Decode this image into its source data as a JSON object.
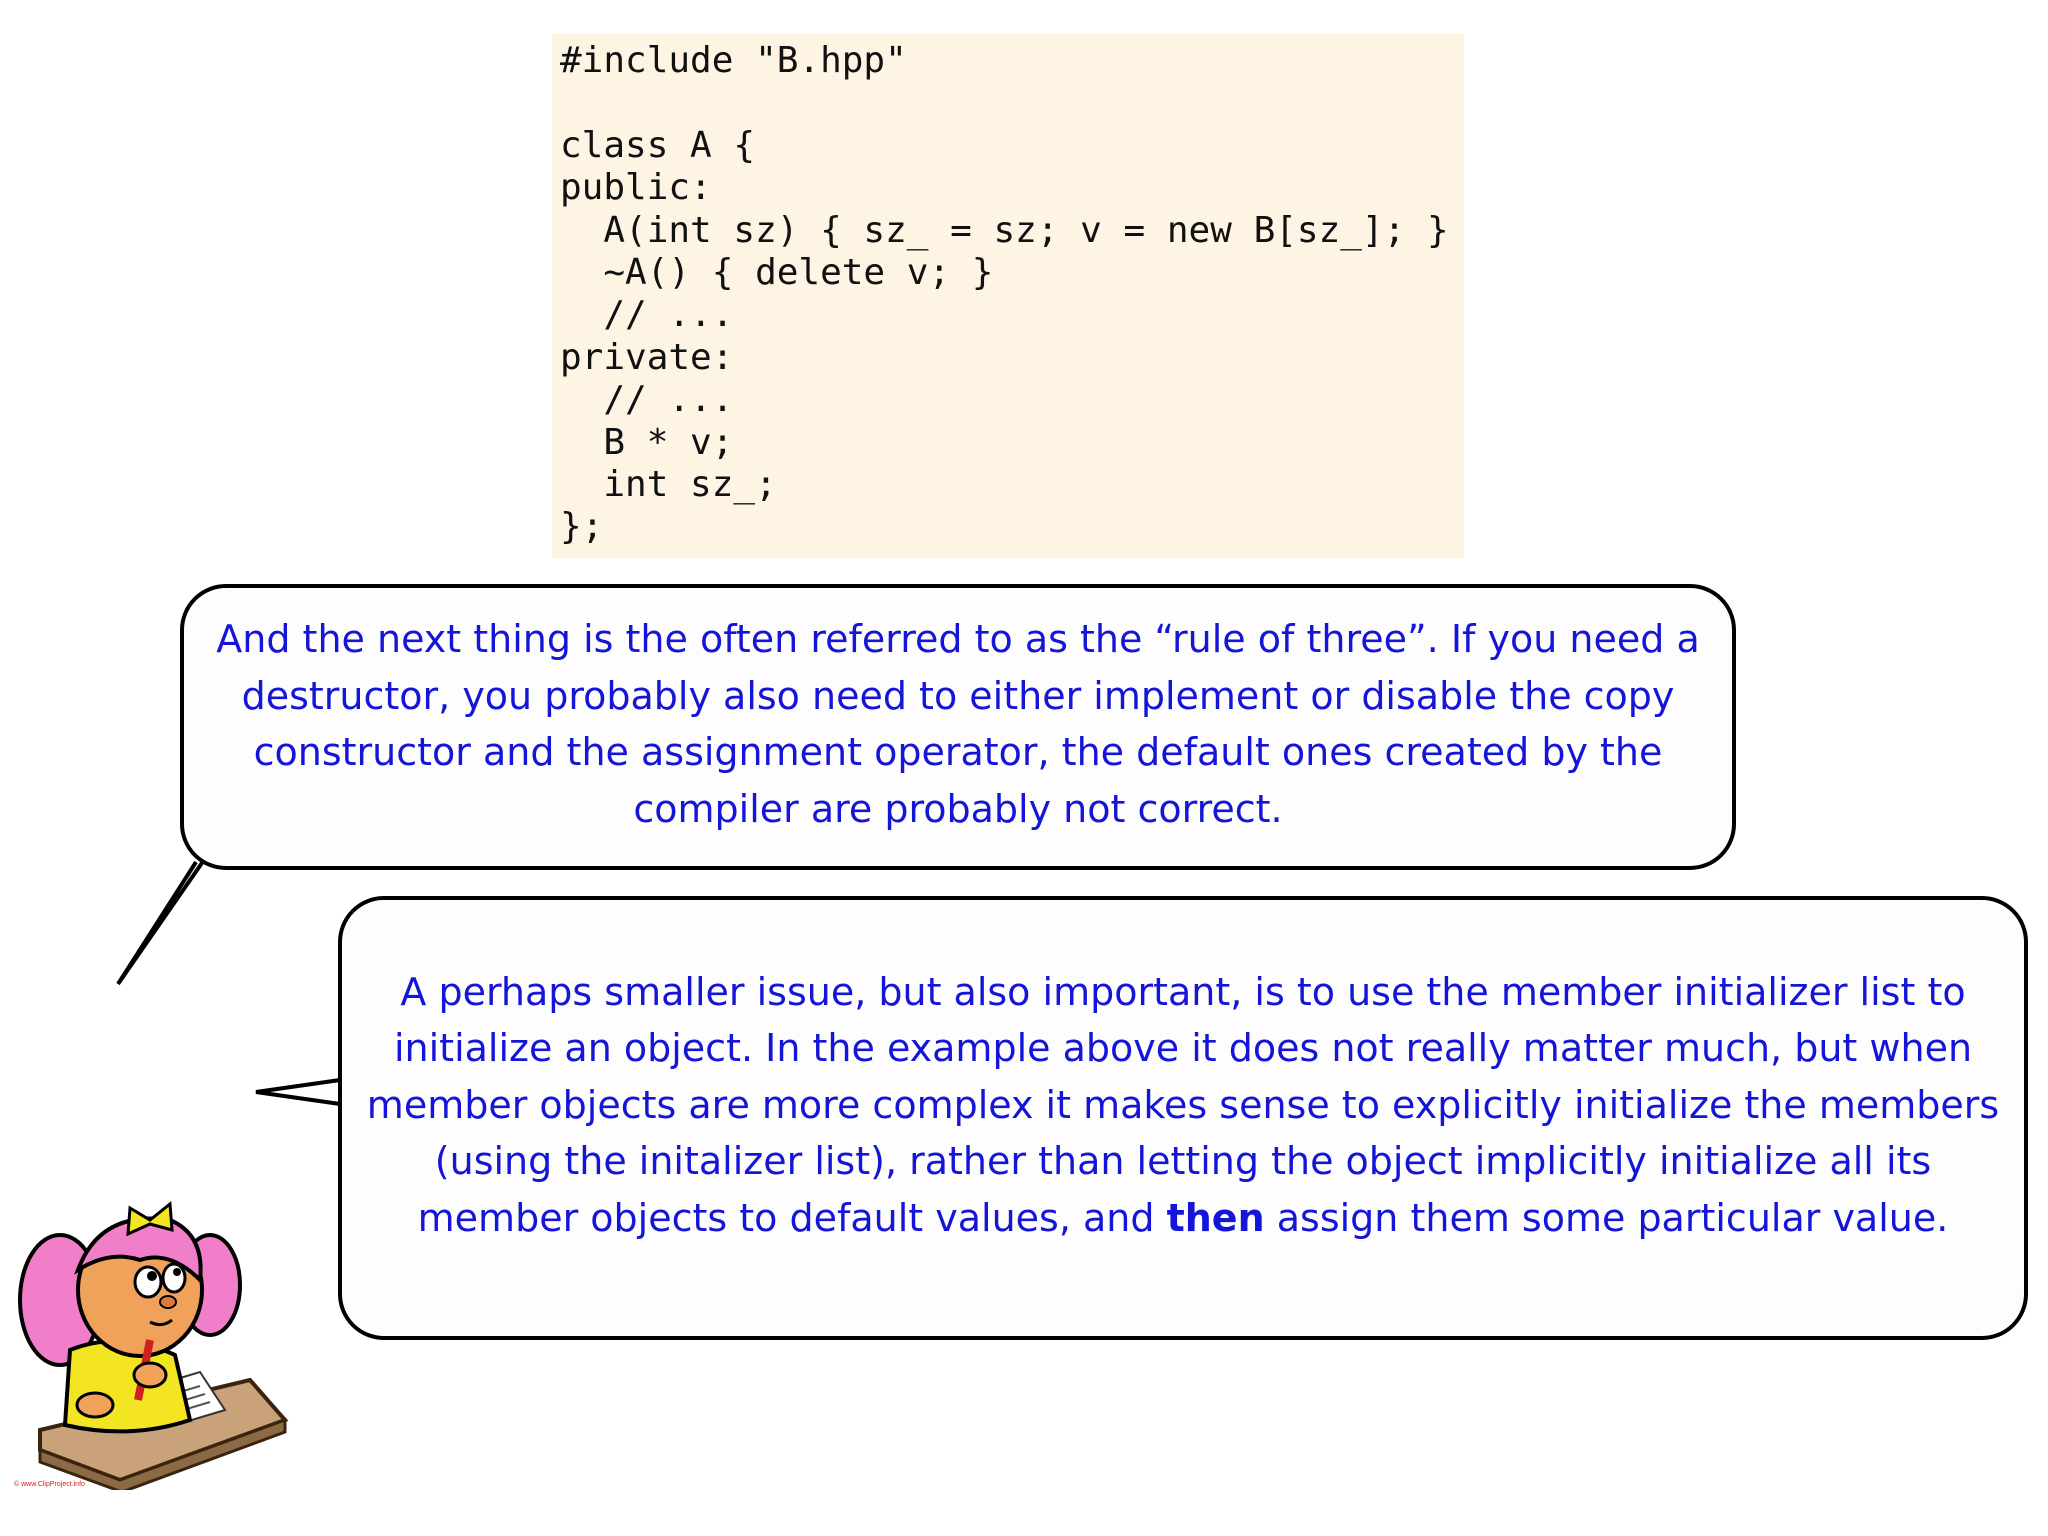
{
  "code": {
    "lines": [
      "#include \"B.hpp\"",
      "",
      "class A {",
      "public:",
      "  A(int sz) { sz_ = sz; v = new B[sz_]; }",
      "  ~A() { delete v; }",
      "  // ...",
      "private:",
      "  // ...",
      "  B * v;",
      "  int sz_;",
      "};"
    ]
  },
  "bubble_1": {
    "text": "And the next thing is the often referred to as the “rule of three”. If you need a destructor, you probably also need to either implement or disable the copy constructor and the assignment operator, the default ones created by the compiler are probably not correct."
  },
  "bubble_2": {
    "text_before": "A perhaps smaller issue, but also important, is to use the member initializer list to initialize an object. In the example above it does not really matter much, but when member objects are more complex it makes sense to explicitly initialize the members (using the initalizer list), rather than letting the object implicitly initialize all its member objects to default values, and",
    "emphasis": "then",
    "text_after": "assign them some particular value."
  },
  "illustration": {
    "icon": "girl-writing-icon",
    "credit": "© www.ClipProject.info"
  },
  "colors": {
    "code_background": "#fdf4e3",
    "bubble_text": "#1515d8",
    "bubble_border": "#000000"
  }
}
